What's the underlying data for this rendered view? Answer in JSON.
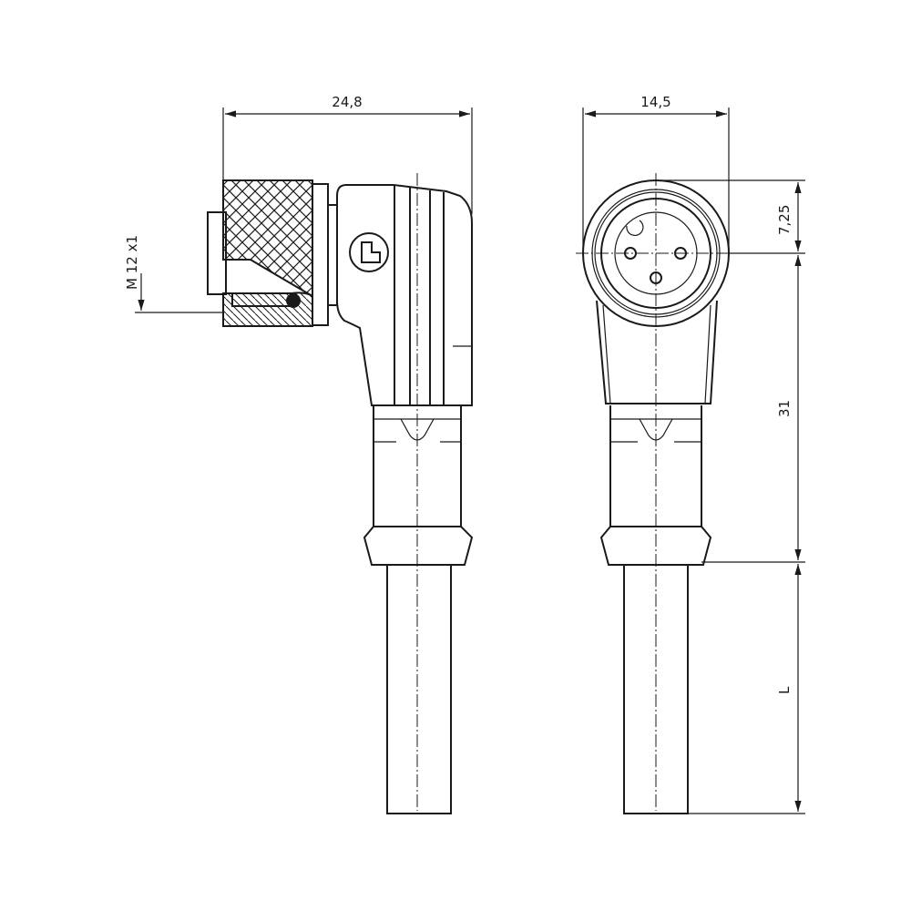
{
  "drawing": {
    "side_view": {
      "width_dim": "24,8",
      "thread_label": "M 12 x1"
    },
    "front_view": {
      "width_dim": "14,5",
      "center_height_dim": "7,25",
      "body_length_dim": "31",
      "cable_length_dim": "L"
    },
    "line_color": "#1a1a1a"
  }
}
